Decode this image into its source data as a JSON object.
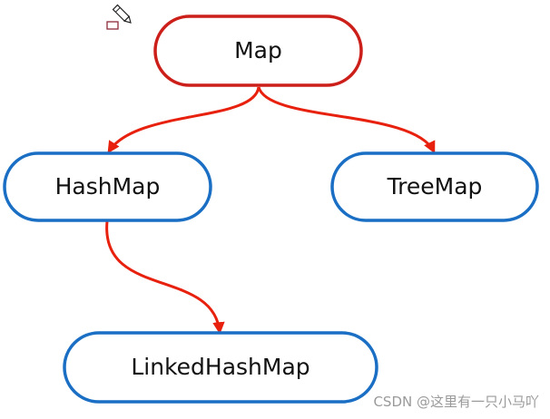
{
  "diagram": {
    "nodes": [
      {
        "id": "map",
        "label": "Map",
        "border_color": "#cc1f1a"
      },
      {
        "id": "hashmap",
        "label": "HashMap",
        "border_color": "#1a6fc4"
      },
      {
        "id": "treemap",
        "label": "TreeMap",
        "border_color": "#1a6fc4"
      },
      {
        "id": "linkedhashmap",
        "label": "LinkedHashMap",
        "border_color": "#1a6fc4"
      }
    ],
    "edges": [
      {
        "from": "map",
        "to": "hashmap"
      },
      {
        "from": "map",
        "to": "treemap"
      },
      {
        "from": "hashmap",
        "to": "linkedhashmap"
      }
    ],
    "edge_color": "#e8200e"
  },
  "watermark": "CSDN @这里有一只小马吖",
  "cursor_icon": "pencil-cursor-icon"
}
